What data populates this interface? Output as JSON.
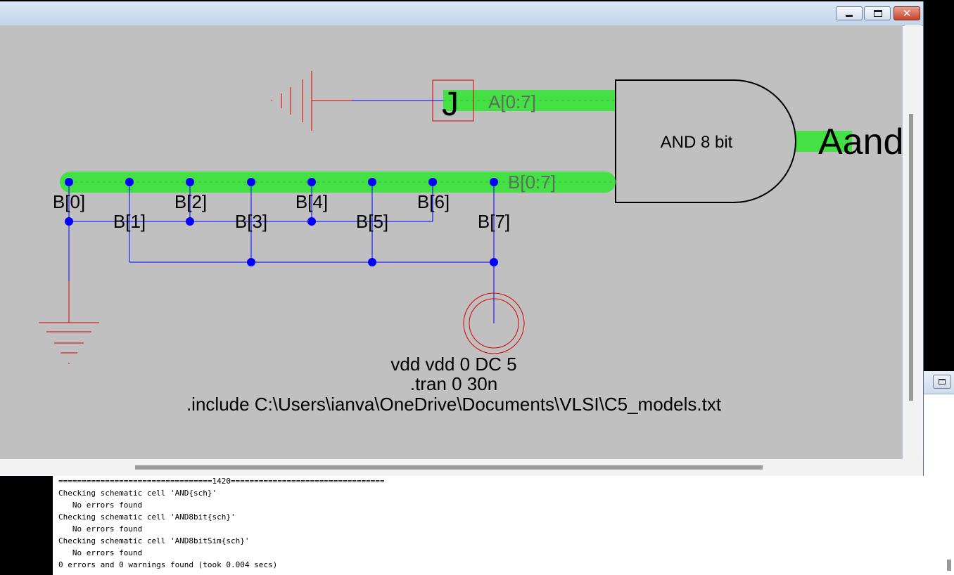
{
  "schematic": {
    "export_pin": "J",
    "bus_a": "A[0:7]",
    "bus_b": "B[0:7]",
    "gate_label": "AND 8 bit",
    "output_label": "Aand",
    "bit_labels": [
      "B[0]",
      "B[1]",
      "B[2]",
      "B[3]",
      "B[4]",
      "B[5]",
      "B[6]",
      "B[7]"
    ],
    "spice_lines": [
      "vdd vdd 0 DC 5",
      ".tran 0 30n",
      ".include C:\\Users\\ianva\\OneDrive\\Documents\\VLSI\\C5_models.txt"
    ]
  },
  "colors": {
    "canvas": "#c0c0c0",
    "bus": "#45e045",
    "wire": "#0000ff",
    "node": "#0000ff",
    "power": "#d40000",
    "close_button": "#c8432a"
  },
  "console": {
    "lines": [
      "=================================1420=================================",
      "Checking schematic cell 'AND{sch}'",
      "   No errors found",
      "Checking schematic cell 'AND8bit{sch}'",
      "   No errors found",
      "Checking schematic cell 'AND8bitSim{sch}'",
      "   No errors found",
      "0 errors and 0 warnings found (took 0.004 secs)"
    ]
  }
}
